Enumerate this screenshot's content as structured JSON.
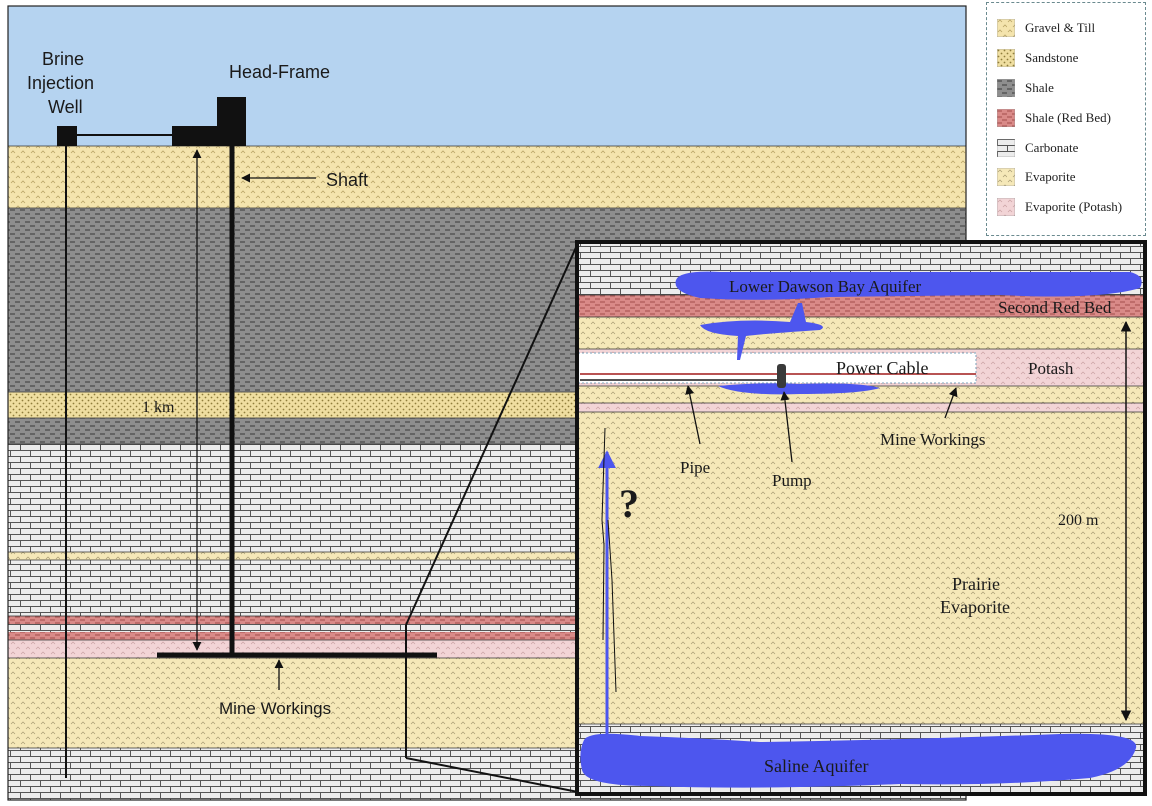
{
  "labels": {
    "brine_line1": "Brine",
    "brine_line2": "Injection",
    "brine_line3": "Well",
    "head_frame": "Head-Frame",
    "shaft": "Shaft",
    "depth_1km": "1 km",
    "mine_workings_main": "Mine Workings",
    "lower_dawson": "Lower Dawson Bay Aquifer",
    "second_red_bed": "Second Red Bed",
    "power_cable": "Power Cable",
    "potash": "Potash",
    "mine_workings_inset": "Mine Workings",
    "pipe": "Pipe",
    "pump": "Pump",
    "question": "?",
    "depth_200m": "200 m",
    "prairie_line1": "Prairie",
    "prairie_line2": "Evaporite",
    "saline_aquifer": "Saline Aquifer"
  },
  "legend": [
    {
      "label": "Gravel & Till",
      "pattern": "gravel"
    },
    {
      "label": "Sandstone",
      "pattern": "sandstone"
    },
    {
      "label": "Shale",
      "pattern": "shale"
    },
    {
      "label": "Shale (Red Bed)",
      "pattern": "redbed"
    },
    {
      "label": "Carbonate",
      "pattern": "carbonate"
    },
    {
      "label": "Evaporite",
      "pattern": "evaporite"
    },
    {
      "label": "Evaporite (Potash)",
      "pattern": "potash"
    }
  ],
  "colors": {
    "sky": "#b5d3f0",
    "gravel": "#f4e4ad",
    "sandstone": "#efdea0",
    "shale": "#8e8e8e",
    "redbed": "#d98a88",
    "carbonate": "#ececec",
    "evaporite": "#f5e8b8",
    "potash": "#f2d4d6",
    "water": "#4d56ee",
    "dark": "#111111"
  }
}
